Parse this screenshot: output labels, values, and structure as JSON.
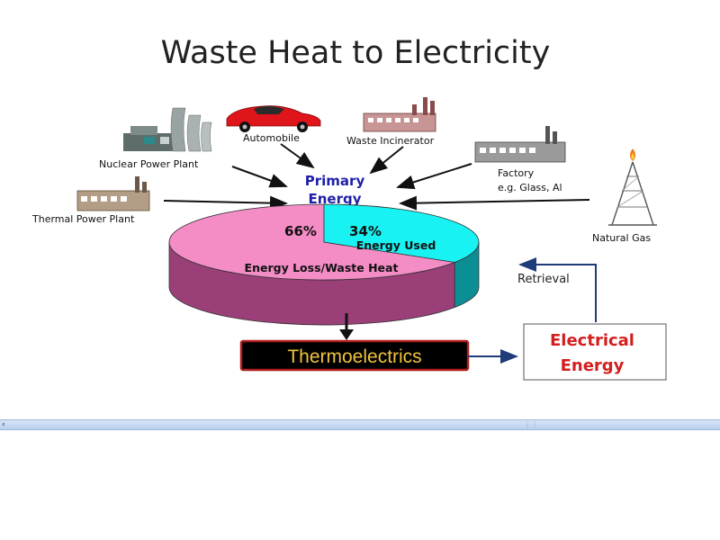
{
  "title": "Waste Heat to Electricity",
  "sources": {
    "nuclear": "Nuclear Power Plant",
    "automobile": "Automobile",
    "incinerator": "Waste Incinerator",
    "factory_line1": "Factory",
    "factory_line2": "e.g. Glass, Al",
    "thermal": "Thermal Power Plant",
    "natural_gas": "Natural Gas"
  },
  "primary_energy": {
    "line1": "Primary",
    "line2": "Energy"
  },
  "pie": {
    "loss_percent_label": "66%",
    "loss_label": "Energy Loss/Waste Heat",
    "used_percent_label": "34%",
    "used_label": "Energy Used",
    "loss_fraction": 0.66,
    "used_fraction": 0.34
  },
  "thermoelectrics": "Thermoelectrics",
  "electrical_energy": {
    "line1": "Electrical",
    "line2": "Energy"
  },
  "retrieval": "Retrieval",
  "colors": {
    "title": "#222222",
    "primary_energy": "#1f1fa8",
    "loss_slice": "#f48cc6",
    "loss_side": "#9a3f78",
    "used_slice": "#19f2f2",
    "used_side": "#0c8e95",
    "thermo_box": "#000000",
    "thermo_border": "#b11d1d",
    "thermo_text": "#f0c33c",
    "electrical_text": "#d31e1e",
    "flow_arrow": "#1f3b7a"
  },
  "icons": {
    "nuclear": "nuclear-power-plant-icon",
    "automobile": "red-sports-car-icon",
    "incinerator": "waste-incinerator-icon",
    "factory": "factory-icon",
    "thermal": "thermal-power-plant-icon",
    "natural_gas": "gas-derrick-icon"
  }
}
